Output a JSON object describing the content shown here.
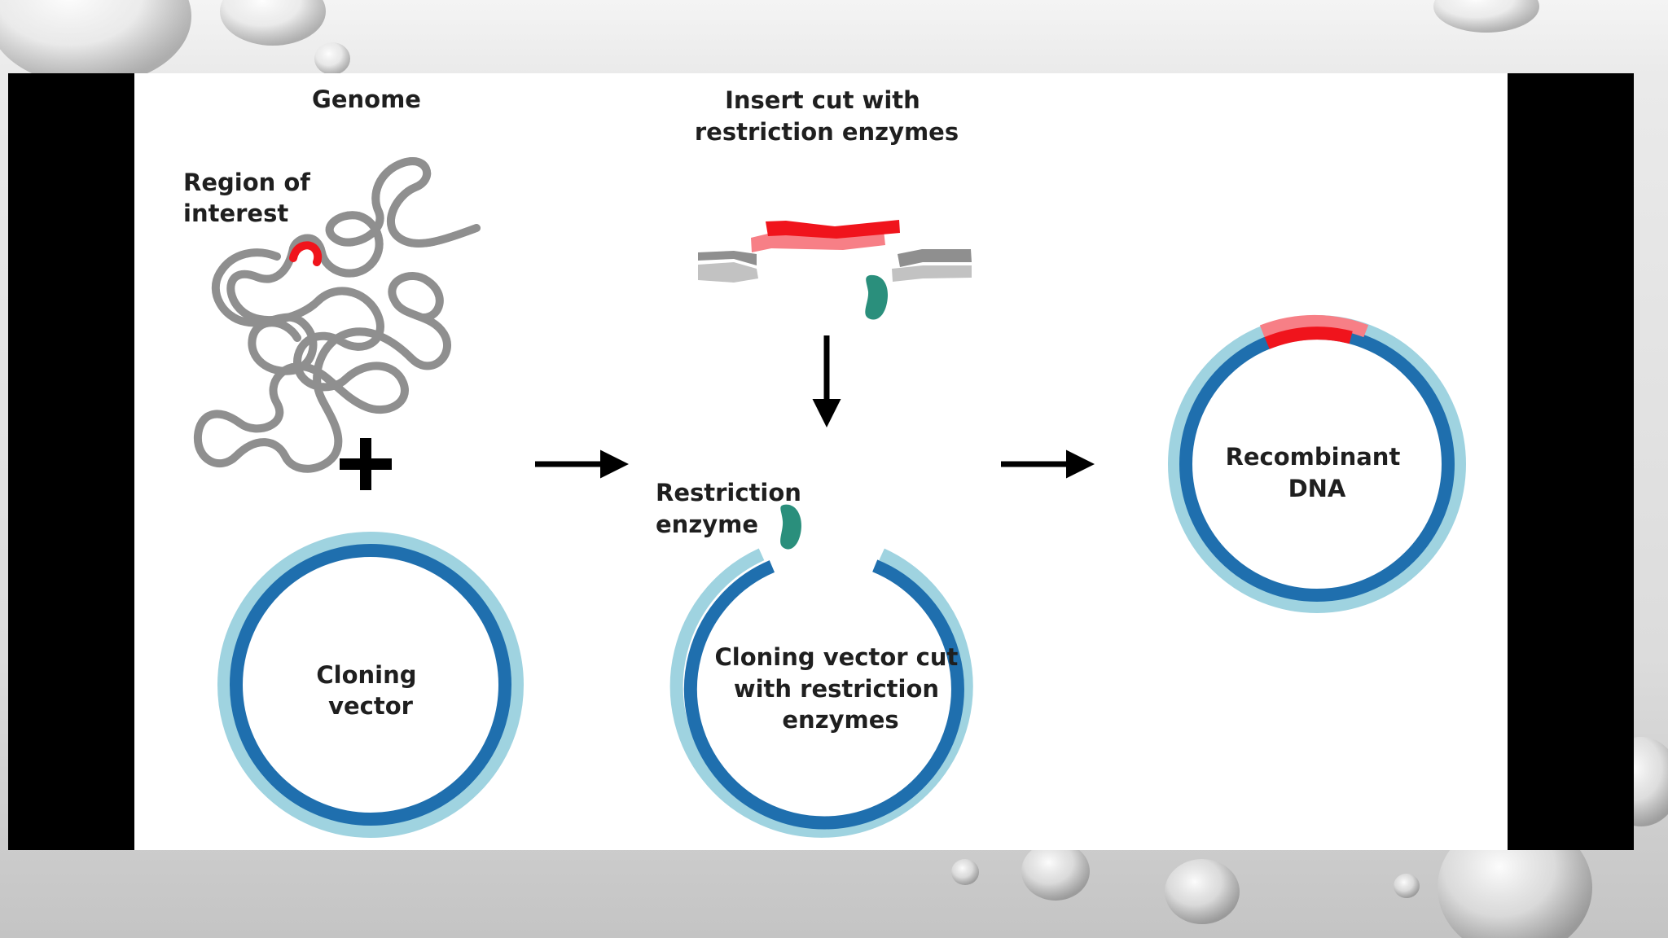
{
  "slide": {
    "frame_color": "#000000",
    "panel_color": "#ffffff",
    "background_decoration": "water-droplets"
  },
  "diagram": {
    "labels": {
      "genome": "Genome",
      "region_of_interest": [
        "Region of",
        "interest"
      ],
      "insert_cut": [
        "Insert cut with",
        "restriction enzymes"
      ],
      "restriction_enzyme": [
        "Restriction",
        "enzyme"
      ],
      "cloning_vector": [
        "Cloning",
        "vector"
      ],
      "cut_vector": [
        "Cloning vector cut",
        "with restriction",
        "enzymes"
      ],
      "recombinant": [
        "Recombinant",
        "DNA"
      ],
      "plus": "+"
    },
    "colors": {
      "dna_strand": "#8f8f8f",
      "dna_strand_light": "#c2c2c2",
      "insert_red": "#f0141c",
      "insert_pink": "#f77f86",
      "enzyme_green": "#2a8f7c",
      "vector_dark_blue": "#1f6fae",
      "vector_light_blue": "#9fd3e0",
      "arrow": "#000000"
    }
  }
}
